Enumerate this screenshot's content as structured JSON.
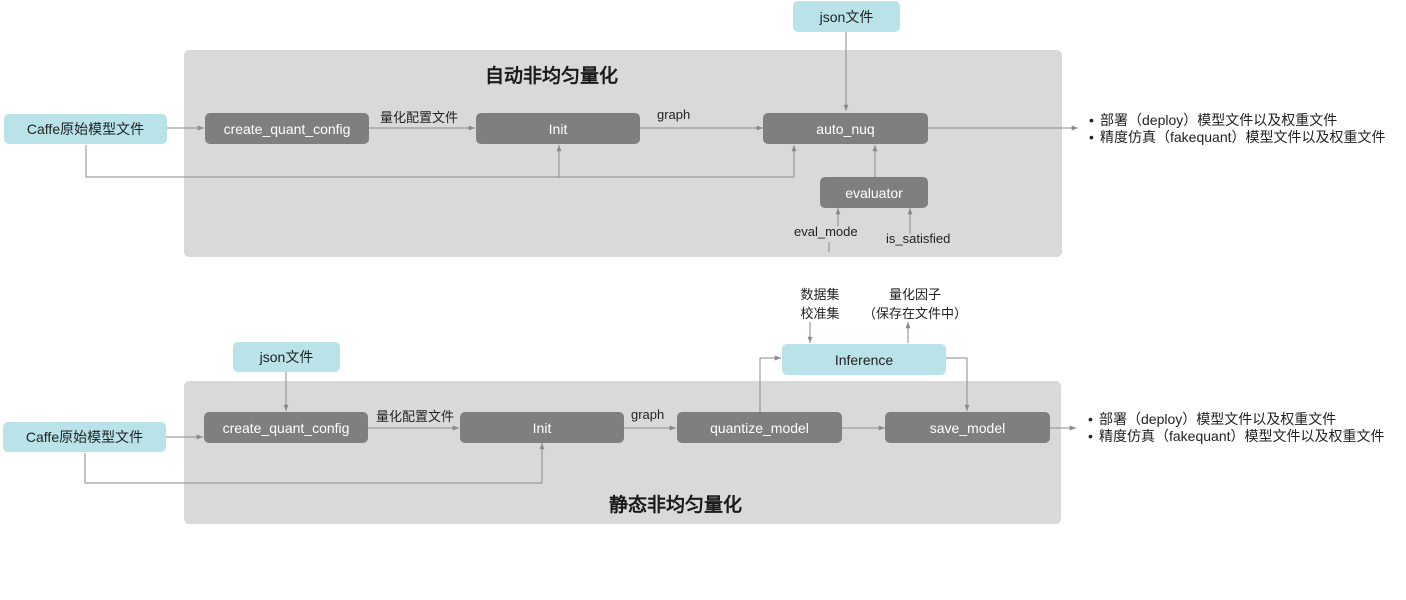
{
  "colors": {
    "panel": "#d9d9d9",
    "process_box": "#7f7f7f",
    "io_box": "#b9e3e8",
    "line": "#8a8a8a"
  },
  "auto_nuq": {
    "title": "自动非均匀量化",
    "json_file": "json文件",
    "caffe_input": "Caffe原始模型文件",
    "create_quant_config": "create_quant_config",
    "quant_config_label": "量化配置文件",
    "init": "Init",
    "graph_label": "graph",
    "auto_nuq": "auto_nuq",
    "evaluator": "evaluator",
    "eval_mode_label": "eval_mode",
    "is_satisfied_label": "is_satisfied",
    "outputs": [
      "部署（deploy）模型文件以及权重文件",
      "精度仿真（fakequant）模型文件以及权重文件"
    ]
  },
  "static_nuq": {
    "title": "静态非均匀量化",
    "json_file": "json文件",
    "caffe_input": "Caffe原始模型文件",
    "create_quant_config": "create_quant_config",
    "quant_config_label": "量化配置文件",
    "init": "Init",
    "graph_label": "graph",
    "quantize_model": "quantize_model",
    "inference": "Inference",
    "save_model": "save_model",
    "dataset_label_1": "数据集",
    "dataset_label_2": "校准集",
    "factor_label_1": "量化因子",
    "factor_label_2": "（保存在文件中）",
    "outputs": [
      "部署（deploy）模型文件以及权重文件",
      "精度仿真（fakequant）模型文件以及权重文件"
    ]
  }
}
